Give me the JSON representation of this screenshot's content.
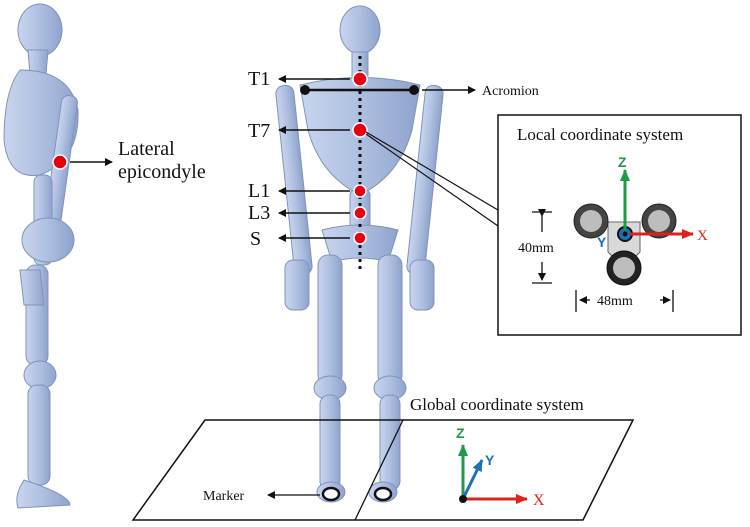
{
  "labels": {
    "lateral_epicondyle": [
      "Lateral",
      "epicondyle"
    ],
    "t1": "T1",
    "t7": "T7",
    "l1": "L1",
    "l3": "L3",
    "s": "S",
    "acromion": "Acromion",
    "marker": "Marker"
  },
  "local_cs": {
    "title": "Local coordinate system",
    "axis_z": "Z",
    "axis_x": "X",
    "axis_y": "Y",
    "height_dim": "40mm",
    "width_dim": "48mm"
  },
  "global_cs": {
    "title": "Global coordinate system",
    "axis_z": "Z",
    "axis_y": "Y",
    "axis_x": "X"
  },
  "colors": {
    "marker_red": "#e8000e",
    "bone_blue": "#aebfe0",
    "bone_shade": "#8ea3cc",
    "axis_x": "#e0201c",
    "axis_y": "#1f6fb8",
    "axis_z": "#1f9a4a"
  }
}
